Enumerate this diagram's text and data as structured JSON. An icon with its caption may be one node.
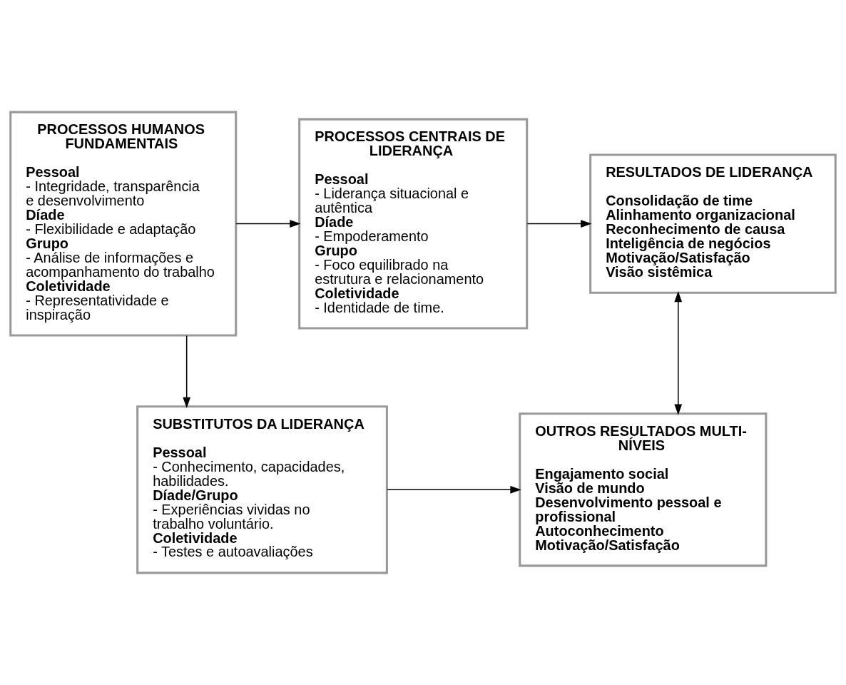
{
  "diagram": {
    "nodes": [
      {
        "text": [
          "PROCESSOS HUMANOS FUNDAMENTAIS",
          "Pessoal",
          "- Integridade, transparência e desenvolvimento",
          "Díade",
          "- Flexibilidade e adaptação",
          "Grupo",
          "- Análise de informações e acompanhamento do trabalho",
          "Coletividade",
          "- Representatividade e inspiração"
        ]
      },
      {
        "text": [
          "PROCESSOS CENTRAIS DE LIDERANÇA",
          "Pessoal",
          "- Liderança situacional e autêntica",
          "Díade",
          "- Empoderamento",
          "Grupo",
          "- Foco equilibrado na estrutura e relacionamento",
          "Coletividade",
          "- Identidade de time."
        ]
      },
      {
        "text": [
          "RESULTADOS DE LIDERANÇA",
          "Consolidação de time",
          "Alinhamento organizacional",
          "Reconhecimento de causa",
          "Inteligência de negócios",
          "Motivação/Satisfação",
          "Visão sistêmica"
        ]
      },
      {
        "text": [
          "SUBSTITUTOS DA LIDERANÇA",
          "Pessoal",
          "- Conhecimento, capacidades, habilidades.",
          "Díade/Grupo",
          "- Experiências vividas no trabalho voluntário.",
          "Coletividade",
          "- Testes e autoavaliações"
        ]
      },
      {
        "text": [
          "OUTROS RESULTADOS MULTI-NÍVEIS",
          "Engajamento social",
          "Visão de mundo",
          "Desenvolvimento pessoal e profissional",
          "Autoconhecimento",
          "Motivação/Satisfação"
        ]
      }
    ],
    "edges": [
      {
        "from": 0,
        "to": 1,
        "arrow": "to"
      },
      {
        "from": 1,
        "to": 2,
        "arrow": "to"
      },
      {
        "from": 0,
        "to": 3,
        "arrow": "to"
      },
      {
        "from": 3,
        "to": 4,
        "arrow": "to"
      },
      {
        "from": 4,
        "to": 2,
        "arrow": "both"
      }
    ]
  }
}
